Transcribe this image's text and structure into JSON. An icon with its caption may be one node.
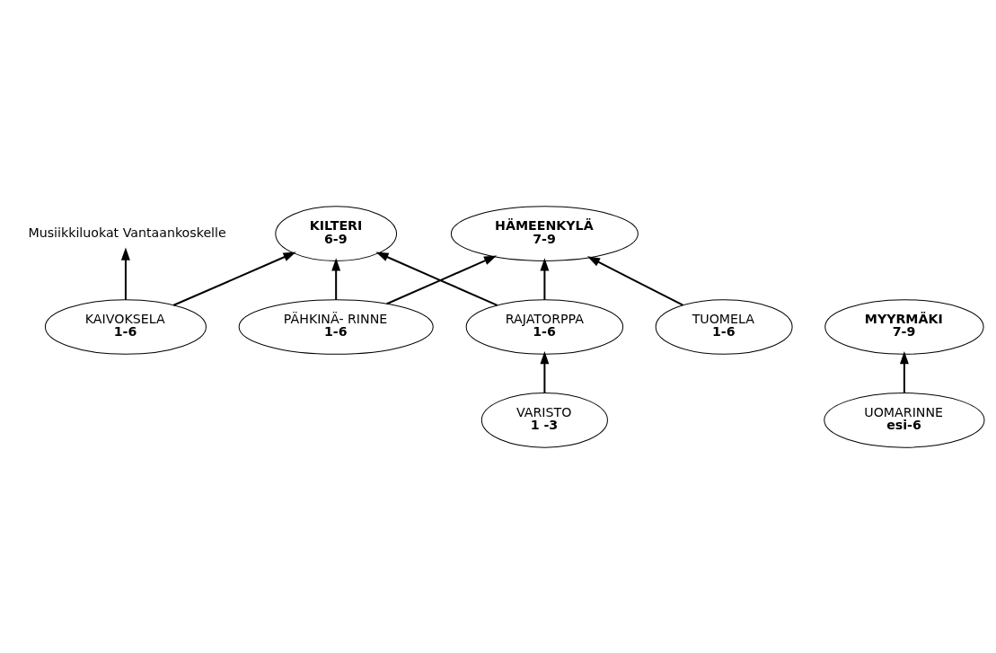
{
  "diagram": {
    "nodes": [
      {
        "text": [
          "Musiikkiluokat Vantaankoskelle"
        ]
      },
      {
        "text": [
          "UOMARINNE",
          "esi-6"
        ]
      },
      {
        "text": [
          "HÄMEENKYLÄ",
          "7-9"
        ]
      },
      {
        "text": [
          "MYYRMÄKI",
          "7-9"
        ]
      },
      {
        "text": [
          "TUOMELA",
          "1-6"
        ]
      },
      {
        "text": [
          "VARISTO",
          "1 -3"
        ]
      },
      {
        "text": [
          "KAIVOKSELA",
          "1-6"
        ]
      },
      {
        "text": [
          "KILTERI",
          "6-9"
        ]
      },
      {
        "text": [
          "PÄHKINÄ- RINNE",
          "1-6"
        ]
      },
      {
        "text": [
          "RAJATORPPA",
          "1-6"
        ]
      }
    ],
    "edges": [
      {
        "from": 1,
        "to": 3,
        "arrow": "to"
      },
      {
        "from": 6,
        "to": 0,
        "arrow": "to"
      },
      {
        "from": 4,
        "to": 2,
        "arrow": "to"
      },
      {
        "from": 8,
        "to": 2,
        "arrow": "to"
      },
      {
        "from": 9,
        "to": 2,
        "arrow": "to"
      },
      {
        "from": 5,
        "to": 9,
        "arrow": "to"
      },
      {
        "from": 8,
        "to": 7,
        "arrow": "to"
      },
      {
        "from": 9,
        "to": 7,
        "arrow": "to"
      },
      {
        "from": 6,
        "to": 7,
        "arrow": "to"
      }
    ]
  }
}
